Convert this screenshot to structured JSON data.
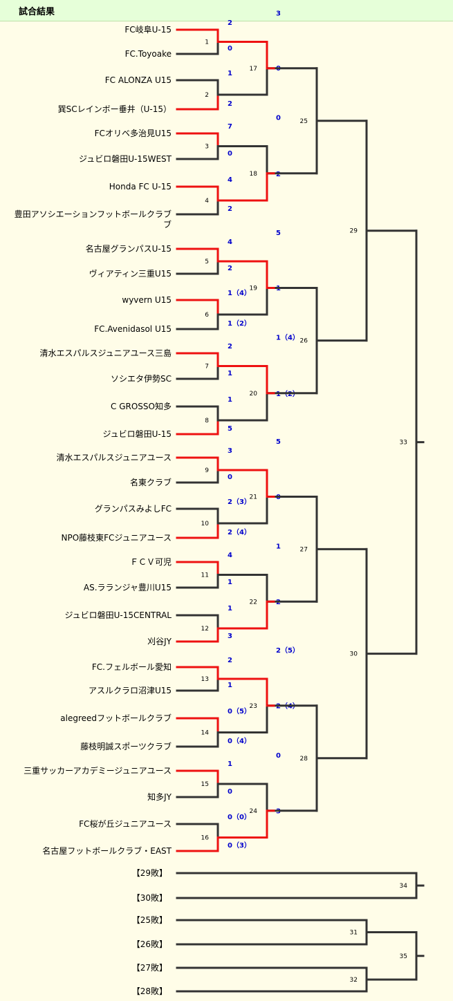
{
  "header": {
    "title": "試合結果"
  },
  "colors": {
    "win": "#ee1111",
    "line": "#333333",
    "score": "#0000cc",
    "header_bg": "#e6ffd9",
    "page_bg": "#fffde8"
  },
  "teams": [
    "FC岐阜U-15",
    "FC.Toyoake",
    "FC ALONZA U15",
    "巽SCレインボー垂井（U-15）",
    "FCオリベ多治見U15",
    "ジュビロ磐田U-15WEST",
    "Honda FC U-15",
    "豊田アソシエーションフットボールクラブ",
    "名古屋グランパスU-15",
    "ヴィアティン三重U15",
    "wyvern U15",
    "FC.Avenidasol U15",
    "清水エスパルスジュニアユース三島",
    "ソシエタ伊勢SC",
    "C GROSSO知多",
    "ジュビロ磐田U-15",
    "清水エスパルスジュニアユース",
    "名東クラブ",
    "グランパスみよしFC",
    "NPO藤枝東FCジュニアユース",
    "ＦＣＶ可児",
    "AS.ラランジャ豊川U15",
    "ジュビロ磐田U-15CENTRAL",
    "刈谷JY",
    "FC.フェルボール愛知",
    "アスルクラロ沼津U15",
    "alegreedフットボールクラブ",
    "藤枝明誠スポーツクラブ",
    "三重サッカーアカデミージュニアユース",
    "知多JY",
    "FC桜が丘ジュニアユース",
    "名古屋フットボールクラブ・EAST"
  ],
  "losers": [
    "【29敗】",
    "【30敗】",
    "【25敗】",
    "【26敗】",
    "【27敗】",
    "【28敗】"
  ],
  "round1": [
    {
      "match": "1",
      "top": "2",
      "bottom": "0",
      "winner": 0
    },
    {
      "match": "2",
      "top": "1",
      "bottom": "2",
      "winner": 1
    },
    {
      "match": "3",
      "top": "7",
      "bottom": "0",
      "winner": 0
    },
    {
      "match": "4",
      "top": "4",
      "bottom": "2",
      "winner": 0
    },
    {
      "match": "5",
      "top": "4",
      "bottom": "2",
      "winner": 0
    },
    {
      "match": "6",
      "top": "1（4）",
      "bottom": "1（2）",
      "winner": 0
    },
    {
      "match": "7",
      "top": "2",
      "bottom": "1",
      "winner": 0
    },
    {
      "match": "8",
      "top": "1",
      "bottom": "5",
      "winner": 1
    },
    {
      "match": "9",
      "top": "3",
      "bottom": "0",
      "winner": 0
    },
    {
      "match": "10",
      "top": "2（3）",
      "bottom": "2（4）",
      "winner": 1
    },
    {
      "match": "11",
      "top": "4",
      "bottom": "1",
      "winner": 0
    },
    {
      "match": "12",
      "top": "1",
      "bottom": "3",
      "winner": 1
    },
    {
      "match": "13",
      "top": "2",
      "bottom": "1",
      "winner": 0
    },
    {
      "match": "14",
      "top": "0（5）",
      "bottom": "0（4）",
      "winner": 0
    },
    {
      "match": "15",
      "top": "1",
      "bottom": "0",
      "winner": 0
    },
    {
      "match": "16",
      "top": "0（0）",
      "bottom": "0（3）",
      "winner": 1
    }
  ],
  "round2": [
    {
      "match": "17",
      "top": "3",
      "bottom": "0",
      "winner": 0
    },
    {
      "match": "18",
      "top": "0",
      "bottom": "2",
      "winner": 1
    },
    {
      "match": "19",
      "top": "5",
      "bottom": "1",
      "winner": 0
    },
    {
      "match": "20",
      "top": "1（4）",
      "bottom": "1（2）",
      "winner": 0
    },
    {
      "match": "21",
      "top": "5",
      "bottom": "0",
      "winner": 0
    },
    {
      "match": "22",
      "top": "1",
      "bottom": "2",
      "winner": 1
    },
    {
      "match": "23",
      "top": "2（5）",
      "bottom": "2（4）",
      "winner": 0
    },
    {
      "match": "24",
      "top": "0",
      "bottom": "3",
      "winner": 1
    }
  ],
  "round3": [
    "25",
    "26",
    "27",
    "28"
  ],
  "round4": [
    "29",
    "30"
  ],
  "final": "33",
  "placement": [
    "34",
    "31",
    "32",
    "35"
  ]
}
